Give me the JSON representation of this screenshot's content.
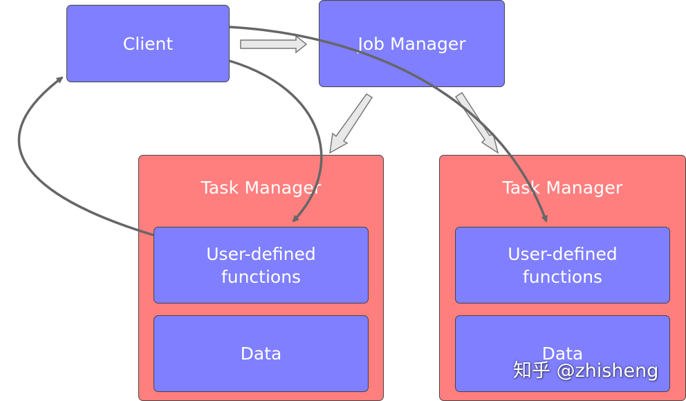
{
  "nodes": {
    "client": "Client",
    "job_manager": "Job Manager",
    "task_manager_left": {
      "title": "Task Manager",
      "udf": "User-defined\nfunctions",
      "data": "Data"
    },
    "task_manager_right": {
      "title": "Task Manager",
      "udf": "User-defined\nfunctions",
      "data": "Data"
    }
  },
  "watermark": "知乎 @zhisheng",
  "colors": {
    "blue_box": "#7f7fff",
    "red_box": "#ff7f7f",
    "curve_arrow": "#666666",
    "hollow_arrow_stroke": "#777777",
    "hollow_arrow_fill": "#e8e8e8"
  }
}
